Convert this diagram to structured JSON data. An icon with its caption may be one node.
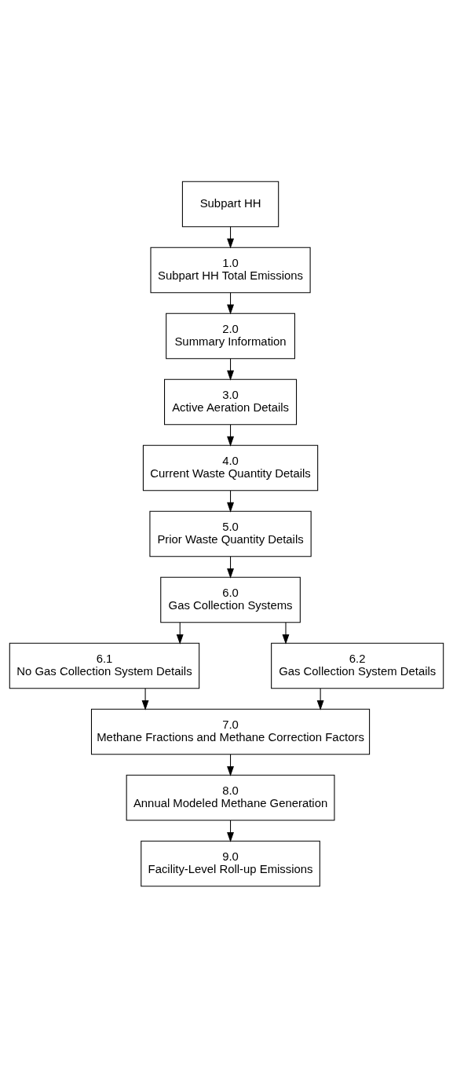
{
  "diagram": {
    "nodes": [
      {
        "text": [
          "Subpart HH"
        ]
      },
      {
        "text": [
          "1.0",
          "Subpart HH Total Emissions"
        ]
      },
      {
        "text": [
          "2.0",
          "Summary Information"
        ]
      },
      {
        "text": [
          "3.0",
          "Active Aeration Details"
        ]
      },
      {
        "text": [
          "4.0",
          "Current Waste Quantity Details"
        ]
      },
      {
        "text": [
          "5.0",
          "Prior Waste Quantity Details"
        ]
      },
      {
        "text": [
          "6.0",
          "Gas Collection Systems"
        ]
      },
      {
        "text": [
          "6.1",
          "No Gas Collection System Details"
        ]
      },
      {
        "text": [
          "6.2",
          "Gas Collection System Details"
        ]
      },
      {
        "text": [
          "7.0",
          "Methane Fractions and Methane Correction Factors"
        ]
      },
      {
        "text": [
          "8.0",
          "Annual Modeled Methane Generation"
        ]
      },
      {
        "text": [
          "9.0",
          "Facility-Level Roll-up Emissions"
        ]
      }
    ],
    "edges": [
      {
        "from": 0,
        "to": 1,
        "arrow": "to"
      },
      {
        "from": 1,
        "to": 2,
        "arrow": "to"
      },
      {
        "from": 2,
        "to": 3,
        "arrow": "to"
      },
      {
        "from": 3,
        "to": 4,
        "arrow": "to"
      },
      {
        "from": 4,
        "to": 5,
        "arrow": "to"
      },
      {
        "from": 5,
        "to": 6,
        "arrow": "to"
      },
      {
        "from": 6,
        "to": 7,
        "arrow": "to"
      },
      {
        "from": 6,
        "to": 8,
        "arrow": "to"
      },
      {
        "from": 7,
        "to": 9,
        "arrow": "to"
      },
      {
        "from": 8,
        "to": 9,
        "arrow": "to"
      },
      {
        "from": 9,
        "to": 10,
        "arrow": "to"
      },
      {
        "from": 10,
        "to": 11,
        "arrow": "to"
      }
    ]
  }
}
